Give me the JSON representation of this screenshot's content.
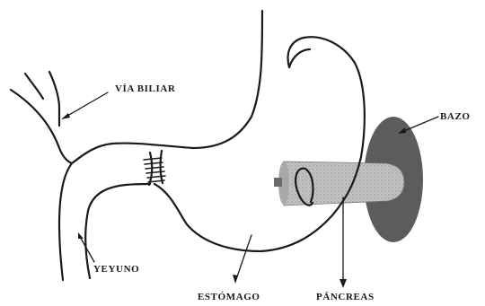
{
  "labels": {
    "via_biliar": "VÍA BILIAR",
    "bazo": "BAZO",
    "yeyuno": "YEYUNO",
    "estomago": "ESTÓMAGO",
    "pancreas": "PÁNCREAS"
  },
  "colors": {
    "ink": "#1a1a1a",
    "spleen": "#5c5c5c",
    "pancreas": "#b9b9b9"
  }
}
